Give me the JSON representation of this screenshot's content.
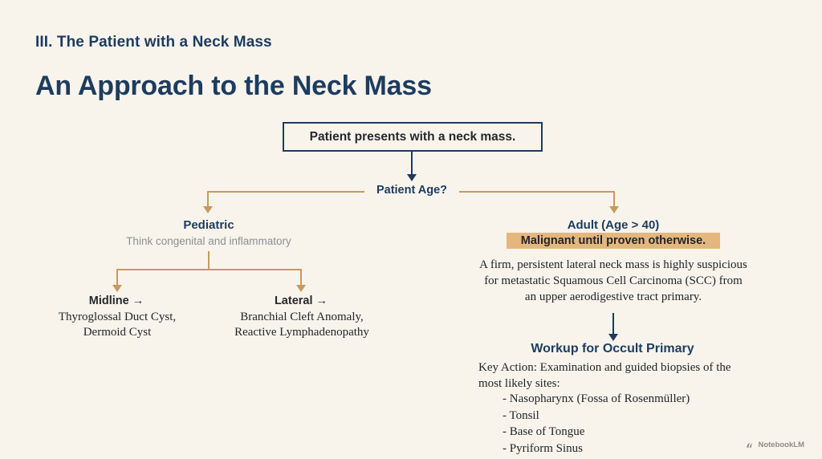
{
  "slide": {
    "eyebrow": "III. The Patient with a Neck Mass",
    "title": "An Approach to the Neck Mass",
    "background_color": "#f8f4ec",
    "accent_navy": "#1d3c5f",
    "accent_tan": "#c79a5b",
    "highlight_color": "#e4b77e"
  },
  "flow": {
    "root": "Patient presents with a neck mass.",
    "decision_label": "Patient Age?",
    "pediatric": {
      "heading": "Pediatric",
      "subtitle": "Think congenital and inflammatory",
      "leaves": [
        {
          "title": "Midline →",
          "body_line1": "Thyroglossal Duct Cyst,",
          "body_line2": "Dermoid Cyst"
        },
        {
          "title": "Lateral →",
          "body_line1": "Branchial Cleft Anomaly,",
          "body_line2": "Reactive Lymphadenopathy"
        }
      ]
    },
    "adult": {
      "heading": "Adult (Age > 40)",
      "highlight": "Malignant until proven otherwise.",
      "paragraph_line1": "A firm, persistent lateral neck mass is highly suspicious",
      "paragraph_line2": "for metastatic Squamous Cell Carcinoma (SCC) from",
      "paragraph_line3": "an upper aerodigestive tract primary.",
      "workup": {
        "title": "Workup for Occult Primary",
        "key_action_line1": "Key Action: Examination and guided biopsies of the",
        "key_action_line2": "most likely sites:",
        "sites": [
          "- Nasopharynx (Fossa of Rosenmüller)",
          "- Tonsil",
          "- Base of Tongue",
          "- Pyriform Sinus"
        ]
      }
    }
  },
  "watermark": {
    "label": "NotebookLM",
    "icon": "notebooklm-logo-icon"
  }
}
